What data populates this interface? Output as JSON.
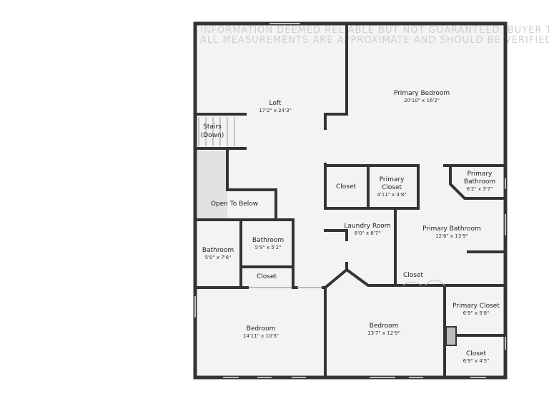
{
  "watermark": {
    "line1": "INFORMATION DEEMED RELIABLE BUT NOT GUARANTEED. BUYER TO VERIFY ALL INFORMATION",
    "line2": "ALL MEASUREMENTS ARE APPROXIMATE AND SHOULD BE VERIFIED PRIOR TO PURCHASE"
  },
  "rooms": {
    "loft": {
      "name": "Loft",
      "dim": "17'2\" x 24'3\""
    },
    "stairs": {
      "name_line1": "Stairs",
      "name_line2": "(Down)"
    },
    "open_to_below": {
      "name": "Open To Below"
    },
    "primary_bedroom": {
      "name": "Primary Bedroom",
      "dim": "20'10\" x 16'2\""
    },
    "closet_a": {
      "name": "Closet"
    },
    "primary_closet_small": {
      "name_line1": "Primary",
      "name_line2": "Closet",
      "dim": "4'11\" x 4'8\""
    },
    "primary_bathroom_small": {
      "name_line1": "Primary",
      "name_line2": "Bathroom",
      "dim": "6'2\" x 3'7\""
    },
    "laundry": {
      "name": "Laundry Room",
      "dim": "8'0\" x 8'7\""
    },
    "primary_bathroom": {
      "name": "Primary Bathroom",
      "dim": "12'6\" x 13'9\""
    },
    "bathroom_left": {
      "name": "Bathroom",
      "dim": "5'0\" x 7'6\""
    },
    "bathroom_mid": {
      "name": "Bathroom",
      "dim": "5'9\" x 5'2\""
    },
    "closet_b": {
      "name": "Closet"
    },
    "closet_c": {
      "name": "Closet"
    },
    "bedroom_left": {
      "name": "Bedroom",
      "dim": "14'11\" x 10'3\""
    },
    "bedroom_mid": {
      "name": "Bedroom",
      "dim": "13'7\" x 12'9\""
    },
    "primary_closet": {
      "name": "Primary Closet",
      "dim": "6'9\" x 5'8\""
    },
    "closet_d": {
      "name": "Closet",
      "dim": "6'9\" x 4'5\""
    }
  }
}
